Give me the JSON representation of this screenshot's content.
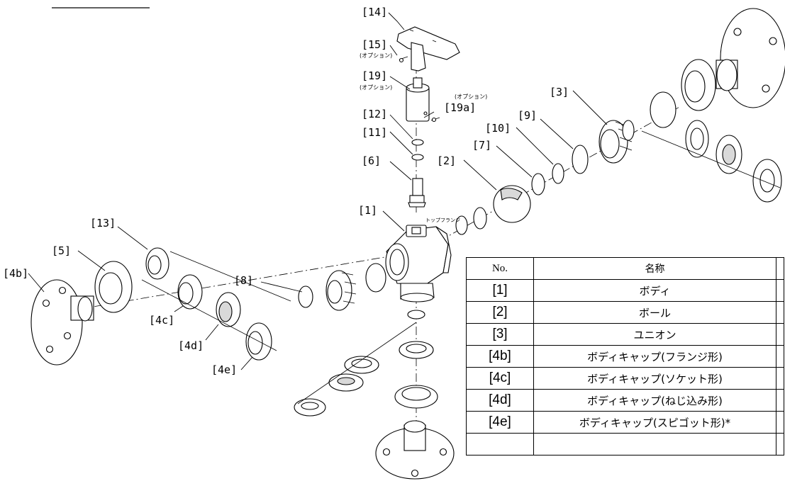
{
  "labels": {
    "n14": "[14]",
    "n15": "[15]",
    "n19": "[19]",
    "n19a": "[19a]",
    "n12": "[12]",
    "n11": "[11]",
    "n6": "[6]",
    "n2": "[2]",
    "n7": "[7]",
    "n10": "[10]",
    "n9": "[9]",
    "n3": "[3]",
    "n1": "[1]",
    "n13": "[13]",
    "n5": "[5]",
    "n4b": "[4b]",
    "n8": "[8]",
    "n4c": "[4c]",
    "n4d": "[4d]",
    "n4e": "[4e]"
  },
  "option_note": "(オプション)",
  "top_flange_note": "トップフランジ",
  "table": {
    "header_no": "No.",
    "header_name": "名称",
    "rows": [
      {
        "no": "[1]",
        "name": "ボディ"
      },
      {
        "no": "[2]",
        "name": "ボール"
      },
      {
        "no": "[3]",
        "name": "ユニオン"
      },
      {
        "no": "[4b]",
        "name": "ボディキャップ(フランジ形)"
      },
      {
        "no": "[4c]",
        "name": "ボディキャップ(ソケット形)"
      },
      {
        "no": "[4d]",
        "name": "ボディキャップ(ねじ込み形)"
      },
      {
        "no": "[4e]",
        "name": "ボディキャップ(スピゴット形)*"
      }
    ]
  }
}
